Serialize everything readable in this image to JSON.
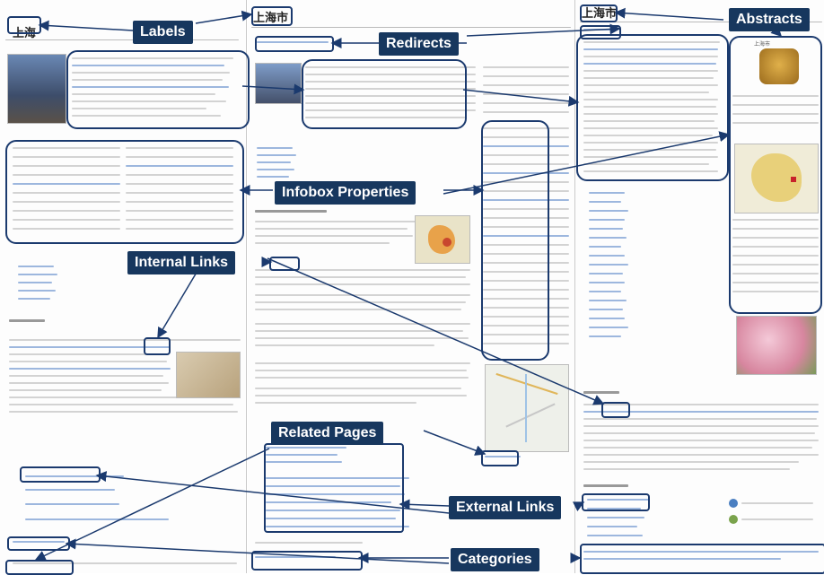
{
  "panels": {
    "left_title": "上海",
    "middle_title": "上海市",
    "right_title": "上海市",
    "right_caption": "上海市"
  },
  "labels": {
    "labels": "Labels",
    "redirects": "Redirects",
    "abstracts": "Abstracts",
    "infobox": "Infobox Properties",
    "internal_links": "Internal Links",
    "related_pages": "Related Pages",
    "external_links": "External Links",
    "categories": "Categories"
  },
  "colors": {
    "label_bg": "#17375e",
    "label_text": "#ffffff",
    "highlight": "#1b3a6e",
    "link_text": "#3366cc"
  }
}
